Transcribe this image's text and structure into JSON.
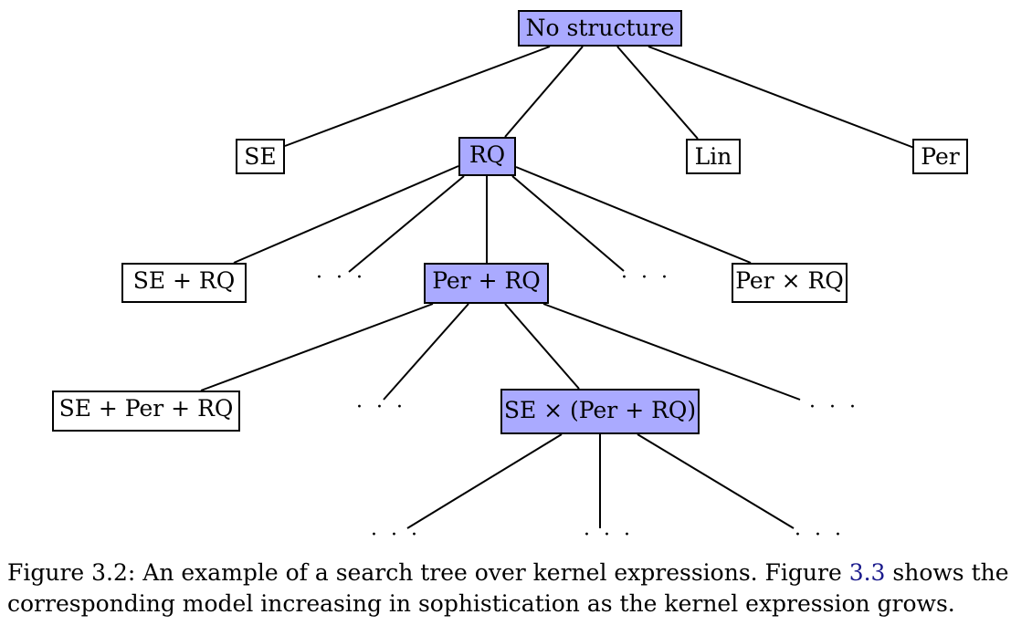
{
  "nodes": {
    "root": "No structure",
    "se": "SE",
    "rq": "RQ",
    "lin": "Lin",
    "per": "Per",
    "se_plus_rq": "SE + RQ",
    "per_plus_rq": "Per + RQ",
    "per_times_rq": "Per × RQ",
    "se_plus_per_plus_rq": "SE + Per + RQ",
    "se_times_per_plus_rq": "SE × (Per + RQ)"
  },
  "ellipsis": "· · ·",
  "caption": {
    "prefix": "Figure 3.2:  An example of a search tree over kernel expressions.  Figure ",
    "ref": "3.3",
    "line1_suffix": " shows the",
    "line2": "corresponding model increasing in sophistication as the kernel expression grows."
  },
  "colors": {
    "highlight": "#aaaaff",
    "link": "#1a1a8c"
  }
}
